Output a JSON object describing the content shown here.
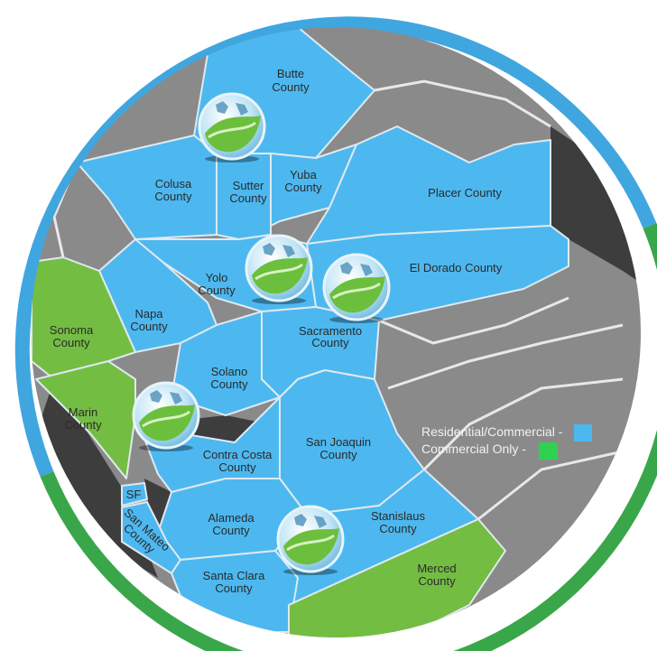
{
  "colors": {
    "residential_commercial": "#4db8f0",
    "commercial_only": "#2fd24f",
    "ring_blue": "#3fa6e0",
    "ring_green": "#3aa64a",
    "background": "#8a8a8a"
  },
  "counties": {
    "butte": [
      "Butte",
      "County"
    ],
    "colusa": [
      "Colusa",
      "County"
    ],
    "sutter": [
      "Sutter",
      "County"
    ],
    "yuba": [
      "Yuba",
      "County"
    ],
    "placer": [
      "Placer County"
    ],
    "el_dorado": [
      "El Dorado County"
    ],
    "yolo": [
      "Yolo",
      "County"
    ],
    "napa": [
      "Napa",
      "County"
    ],
    "sacramento": [
      "Sacramento",
      "County"
    ],
    "sonoma": [
      "Sonoma",
      "County"
    ],
    "solano": [
      "Solano",
      "County"
    ],
    "marin": [
      "Marin",
      "County"
    ],
    "contra_costa": [
      "Contra Costa",
      "County"
    ],
    "san_joaquin": [
      "San Joaquin",
      "County"
    ],
    "sf": [
      "SF"
    ],
    "alameda": [
      "Alameda",
      "County"
    ],
    "san_mateo": [
      "San Mateo",
      "County"
    ],
    "stanislaus": [
      "Stanislaus",
      "County"
    ],
    "santa_clara": [
      "Santa Clara",
      "County"
    ],
    "merced": [
      "Merced",
      "County"
    ]
  },
  "legend": {
    "residential_commercial": "Residential/Commercial -",
    "commercial_only": "Commercial Only -"
  },
  "logo_icon": "leaf-globe-icon"
}
